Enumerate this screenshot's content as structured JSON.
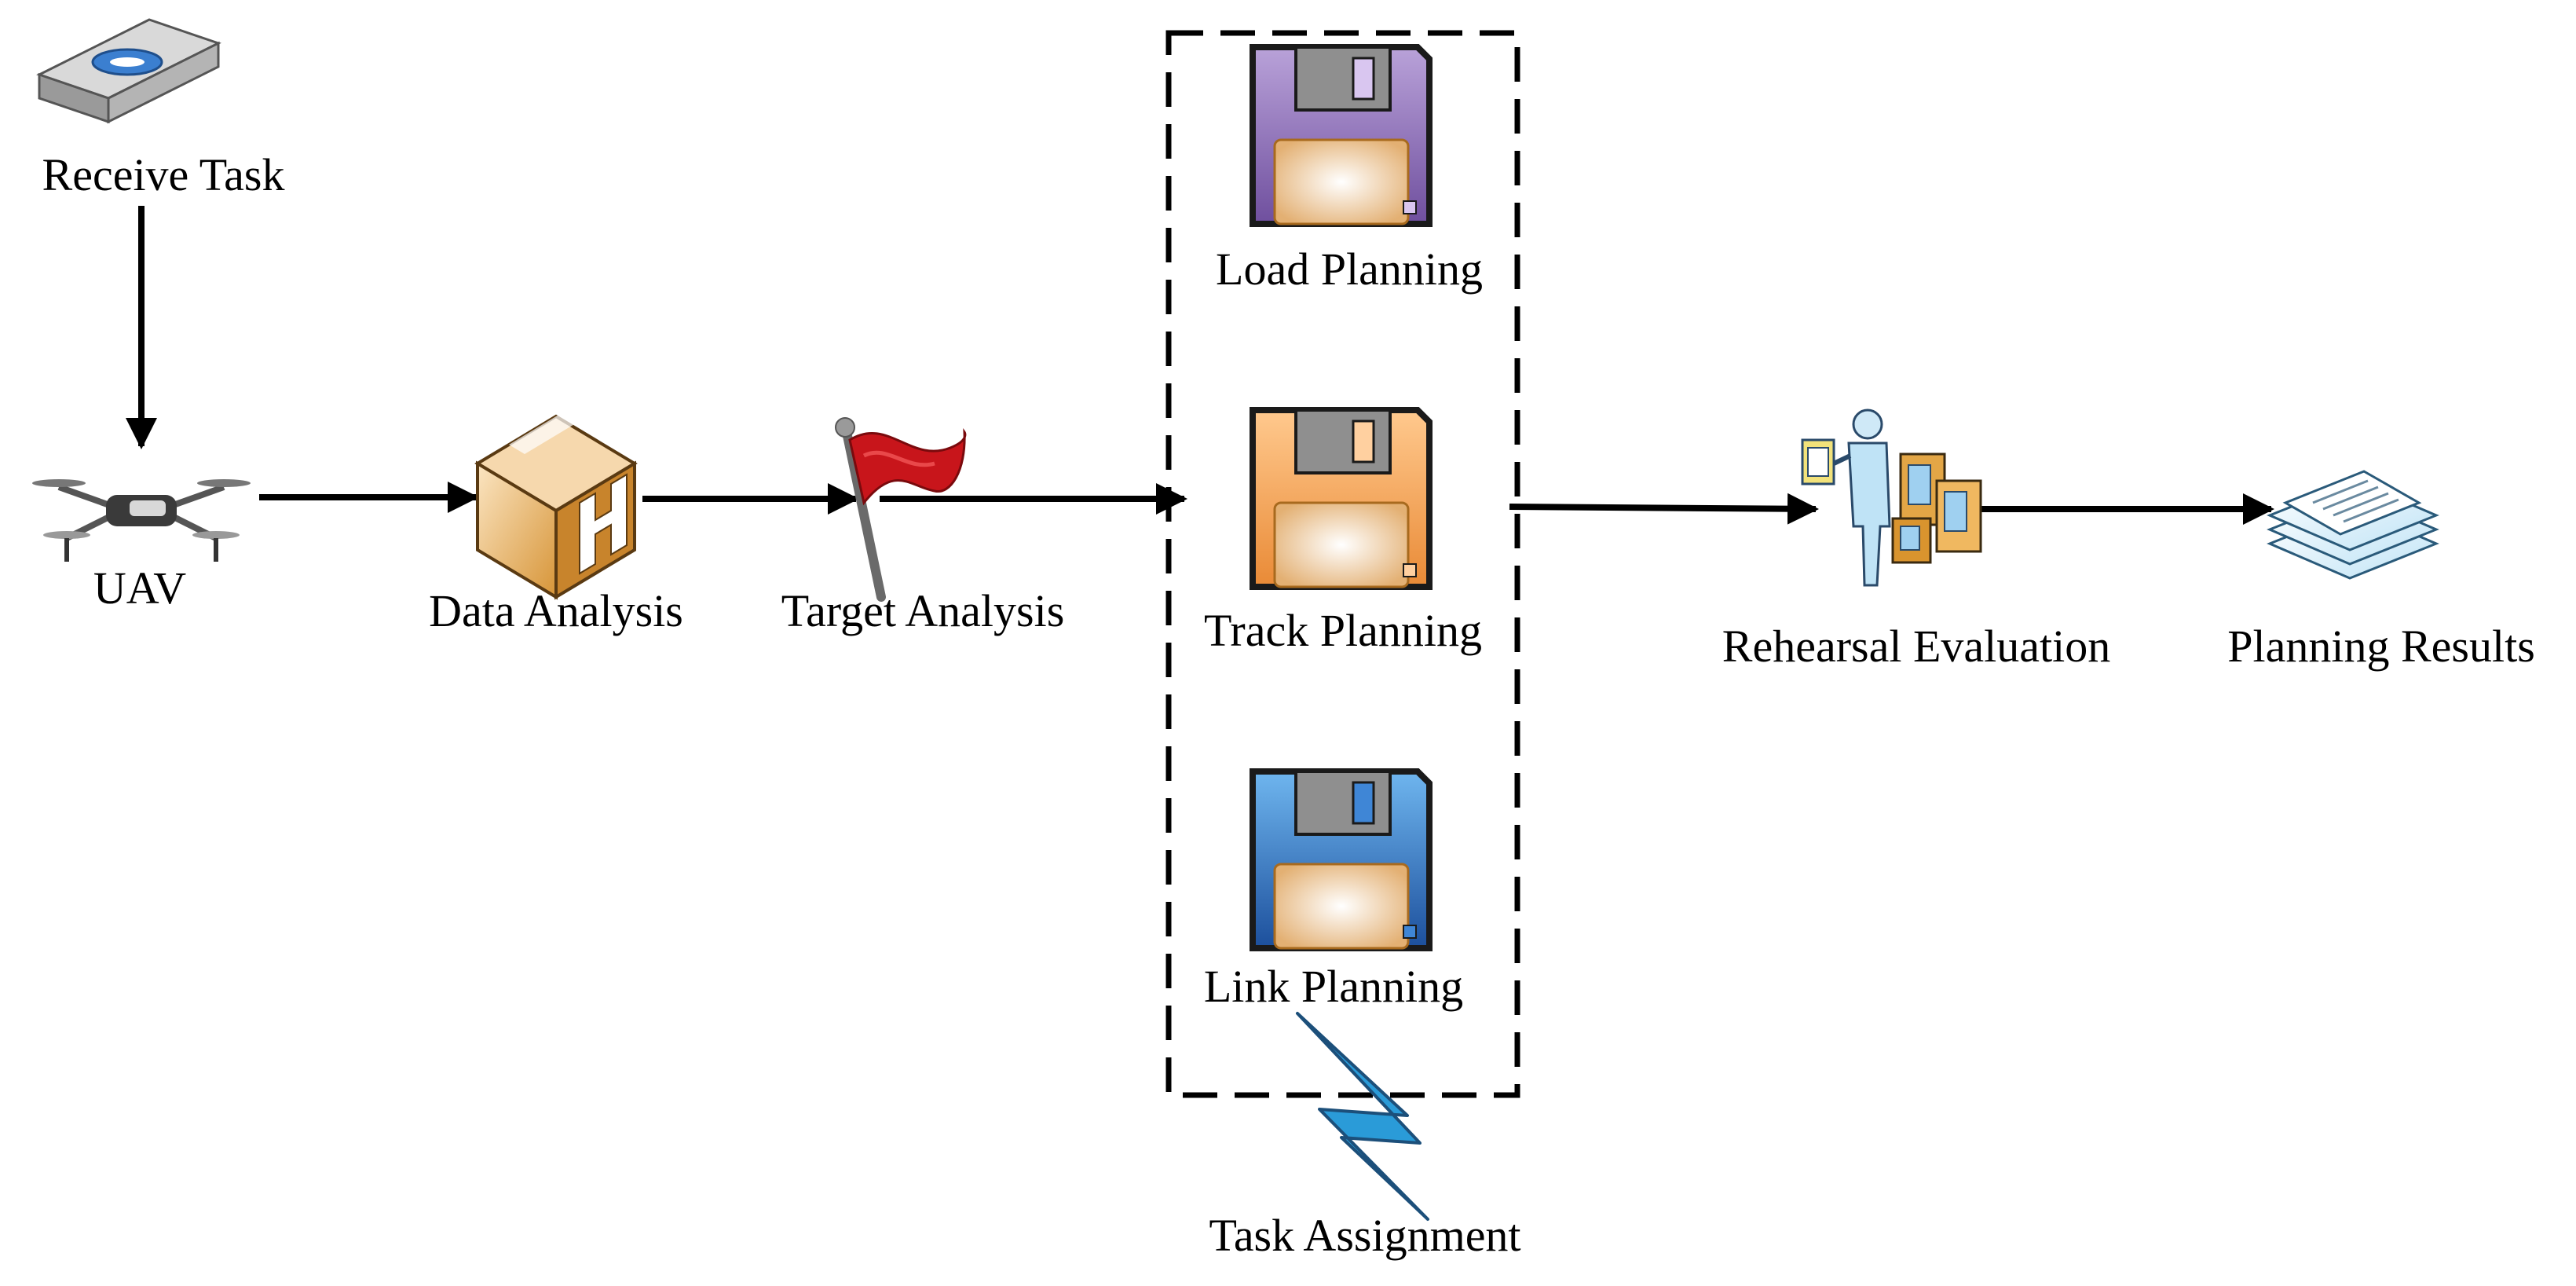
{
  "nodes": {
    "receive_task": "Receive Task",
    "uav": "UAV",
    "data_analysis": "Data Analysis",
    "target_analysis": "Target Analysis",
    "load_planning": "Load Planning",
    "track_planning": "Track Planning",
    "link_planning": "Link Planning",
    "rehearsal_evaluation": "Rehearsal Evaluation",
    "planning_results": "Planning Results"
  },
  "group": {
    "label": "Task Assignment",
    "members": [
      "Load Planning",
      "Track Planning",
      "Link Planning"
    ]
  },
  "flow": [
    "Receive Task",
    "UAV",
    "Data Analysis",
    "Target Analysis",
    "Task Assignment",
    "Rehearsal Evaluation",
    "Planning Results"
  ],
  "icons": {
    "receive_task": "tape-cartridge-icon",
    "uav": "drone-icon",
    "data_analysis": "box-package-icon",
    "target_analysis": "red-flag-icon",
    "load_planning": "floppy-disk-purple-icon",
    "track_planning": "floppy-disk-orange-icon",
    "link_planning": "floppy-disk-blue-icon",
    "rehearsal_evaluation": "person-with-servers-icon",
    "planning_results": "document-stack-icon",
    "task_assignment": "lightning-bolt-icon"
  },
  "colors": {
    "purple_disk": "#8c6fb8",
    "orange_disk": "#f0a35a",
    "blue_disk": "#2f6fbf",
    "flag_red": "#c8151b",
    "bolt_blue": "#2a9bd8",
    "box_gold": "#d99a3c"
  }
}
